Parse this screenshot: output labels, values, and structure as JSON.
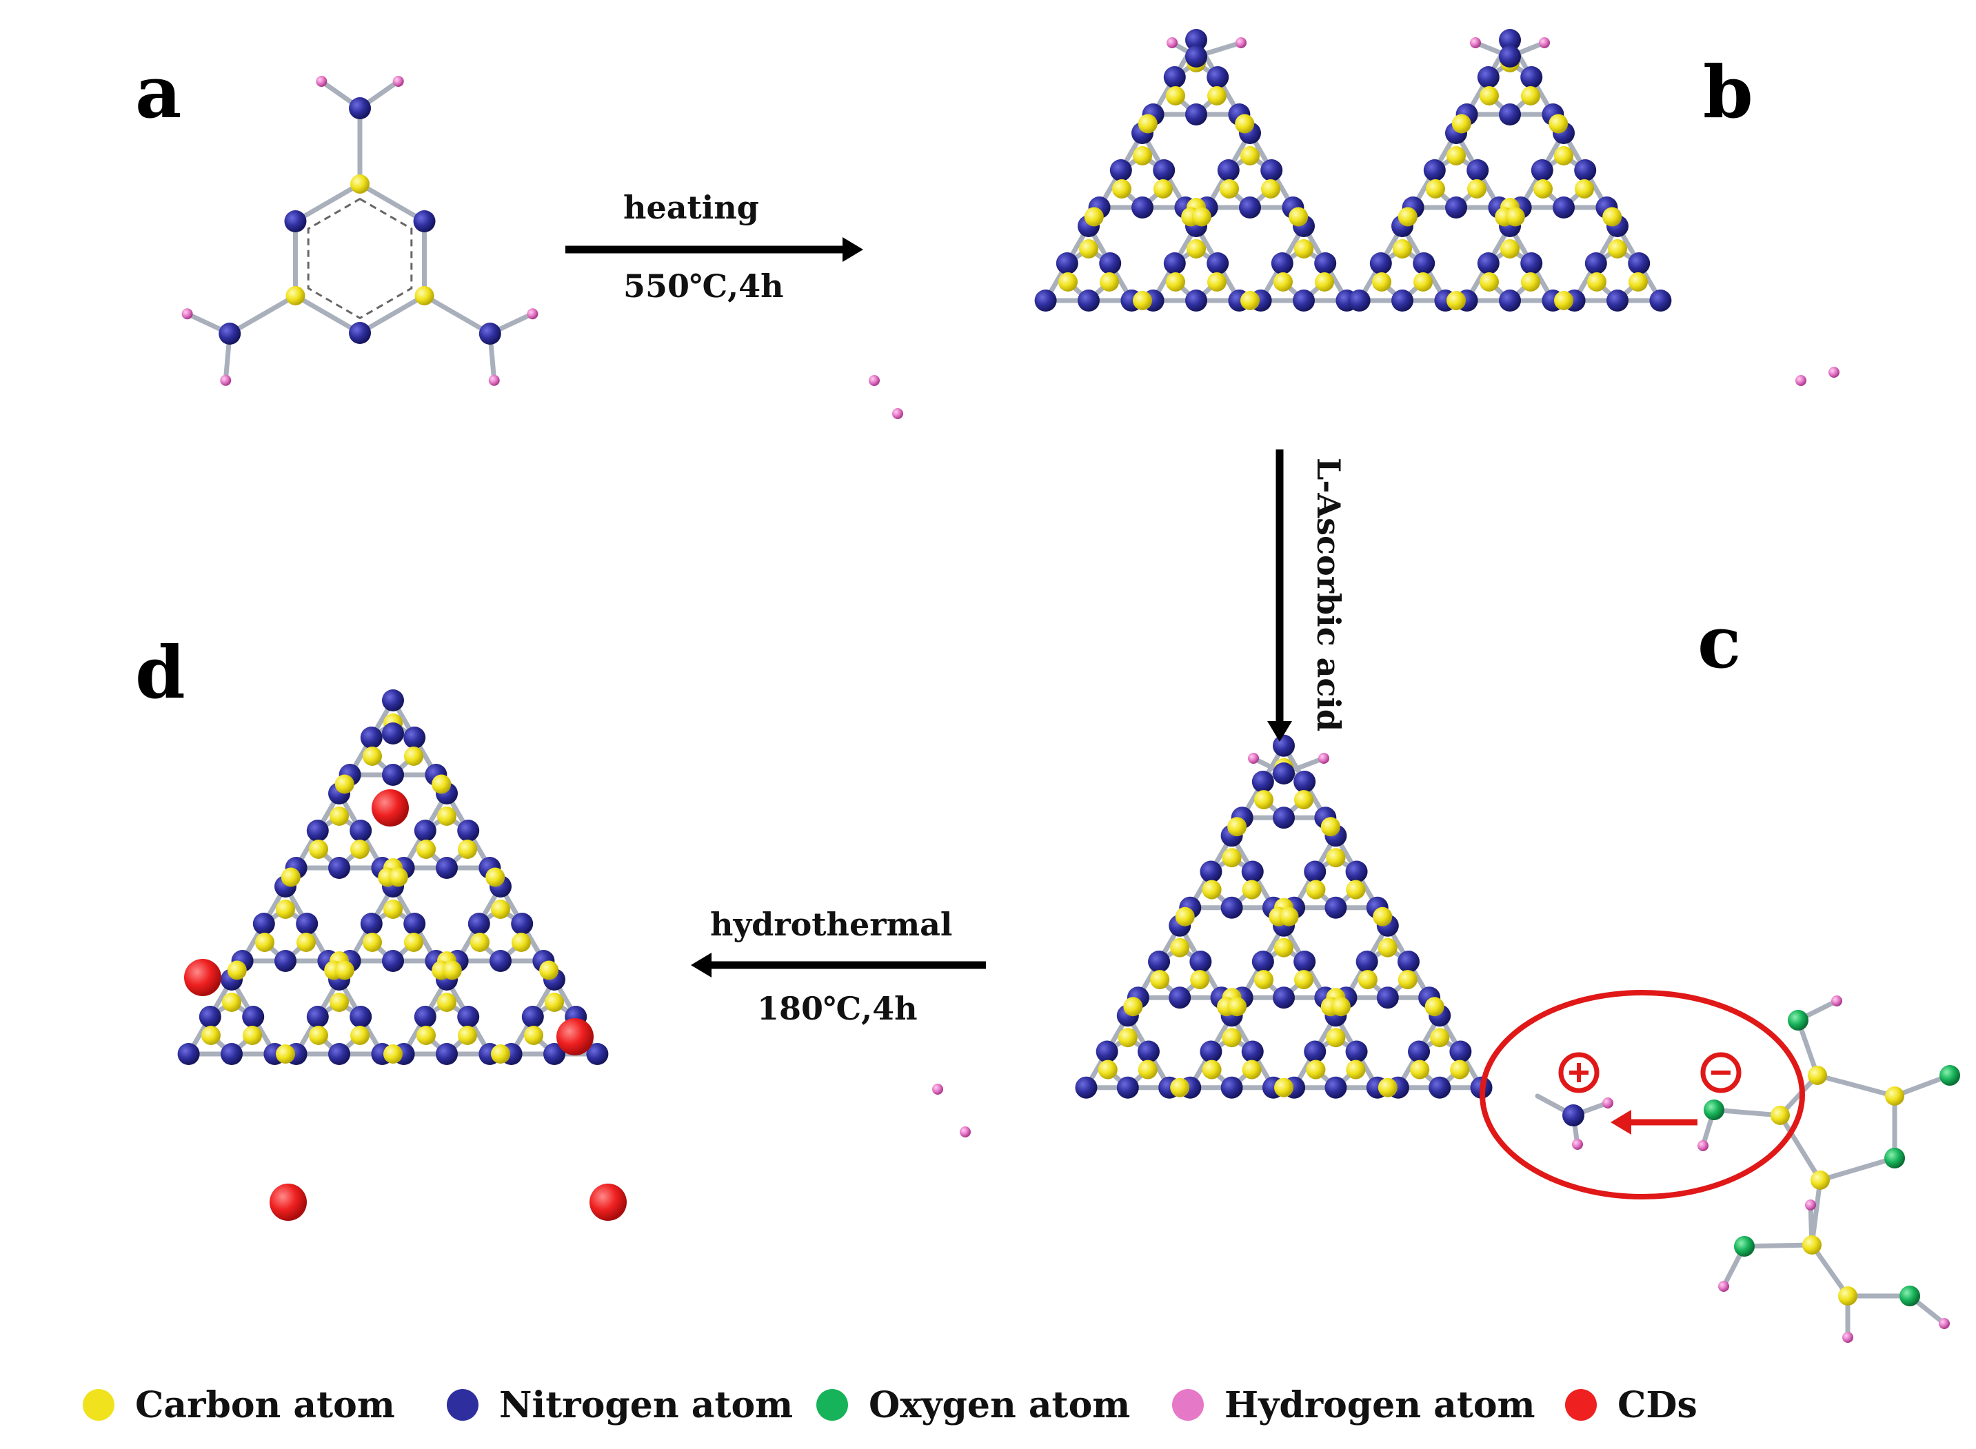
{
  "panels": {
    "a": "a",
    "b": "b",
    "c": "c",
    "d": "d"
  },
  "arrows": {
    "heating": {
      "top": "heating",
      "bottom": "550℃,4h"
    },
    "ascorbic": {
      "label": "L-Ascorbic acid"
    },
    "hydrothermal": {
      "top": "hydrothermal",
      "bottom": "180℃,4h"
    }
  },
  "charges": {
    "plus": "⊕",
    "minus": "⊖"
  },
  "legend": [
    {
      "label": "Carbon atom",
      "color": "#f0e21c"
    },
    {
      "label": "Nitrogen atom",
      "color": "#2e2e9e"
    },
    {
      "label": "Oxygen atom",
      "color": "#17b35a"
    },
    {
      "label": "Hydrogen atom",
      "color": "#e678c8"
    },
    {
      "label": "CDs",
      "color": "#ef2020"
    }
  ],
  "colors": {
    "carbon": "#f0e21c",
    "nitrogen": "#2e2e9e",
    "oxygen": "#17b35a",
    "hydrogen": "#e678c8",
    "cds": "#ef2020",
    "bond": "#a9b0bc",
    "arrow": "#000000",
    "highlight": "#e01818"
  }
}
